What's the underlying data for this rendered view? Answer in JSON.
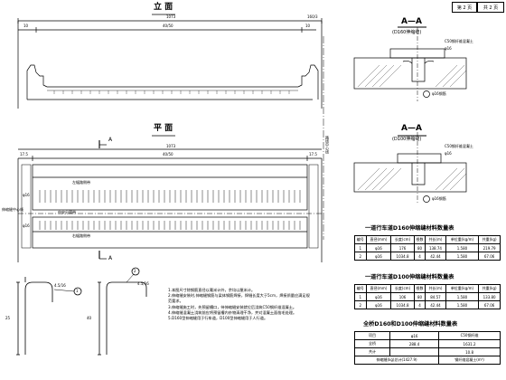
{
  "header": {
    "page_label": "第 2 页",
    "total_label": "共 2 页"
  },
  "elevation": {
    "title": "立 面",
    "overall_dim": "1073",
    "left_dim": "10",
    "mid_label": "40/50",
    "right_dim": "10",
    "right_label": "160/3"
  },
  "plan": {
    "title": "平 面",
    "section_mark_top": "A",
    "section_mark_bottom": "A",
    "overall_dim": "1073",
    "left_dim": "17.5",
    "mid_dim": "40/50",
    "right_dim": "17.5",
    "row_label_top": "左幅路侧带",
    "row_label_mid": "中央分隔带",
    "row_label_bottom": "右幅路侧带",
    "left_labels": [
      "φ16",
      "φ16",
      "伸缩缝中心线"
    ],
    "side_label": "路线中心线"
  },
  "section1": {
    "title": "A—A",
    "subtitle": "(D160伸缩缝)",
    "callouts": [
      "C50钢纤维混凝土",
      "φ16",
      "φ16钢筋"
    ]
  },
  "section2": {
    "title": "A—A",
    "subtitle": "(D100伸缩缝)",
    "callouts": [
      "C50钢纤维混凝土",
      "φ16",
      "φ16钢筋"
    ]
  },
  "table1": {
    "title": "一道行车道D160伸缩缝材料数量表",
    "headers": [
      "编号",
      "直径(mm)",
      "长度(cm)",
      "根数",
      "共长(m)",
      "单位重(kg/m)",
      "共重(kg)"
    ],
    "rows": [
      [
        "1",
        "φ16",
        "176",
        "80",
        "138.74",
        "1.580",
        "219.79"
      ],
      [
        "2",
        "φ16",
        "1034.8",
        "4",
        "42.44",
        "1.580",
        "67.06"
      ]
    ]
  },
  "table2": {
    "title": "一道行车道D100伸缩缝材料数量表",
    "headers": [
      "编号",
      "直径(mm)",
      "长度(cm)",
      "根数",
      "共长(m)",
      "单位重(kg/m)",
      "共重(kg)"
    ],
    "rows": [
      [
        "1",
        "φ16",
        "106",
        "80",
        "84.57",
        "1.580",
        "133.80"
      ],
      [
        "2",
        "φ16",
        "1034.8",
        "4",
        "42.44",
        "1.580",
        "67.06"
      ]
    ]
  },
  "table3": {
    "title": "全桥D160和D100伸缩缝材料数量表",
    "headers": [
      "项目",
      "φ16",
      "C50钢纤维"
    ],
    "rows": [
      [
        "全桥",
        "288.4",
        "1631.2"
      ],
      [
        "共计",
        "",
        "10.8"
      ]
    ],
    "footer_left": "伸缩缝(kg)总计(1427.9)",
    "footer_right": "钢纤维混凝土(m³)"
  },
  "details": {
    "d1_dims": [
      "4.5/16",
      "25"
    ],
    "d1_mark": "1",
    "d2_mark": "2",
    "d2_dims": [
      "4.5/16",
      "40"
    ]
  },
  "notes": {
    "lines": [
      "1.本图尺寸除钢筋直径以毫米计外，余均以厘米计。",
      "2.伸缩缝安装时,伸缩缝钢筋与梁体钢筋焊接，焊缝长度大于5cm，焊接质量应满足规",
      "  范要求。",
      "3.伸缩缝施工时，先预留槽口，待伸缩缝安装就位后浇筑C50钢纤维混凝土。",
      "4.伸缩缝混凝土浇筑前应将预留槽内杂物清理干净，并对混凝土面凿毛处理。",
      "5.D160型伸缩缝用于行车道，D100型伸缩缝用于人行道。"
    ]
  }
}
